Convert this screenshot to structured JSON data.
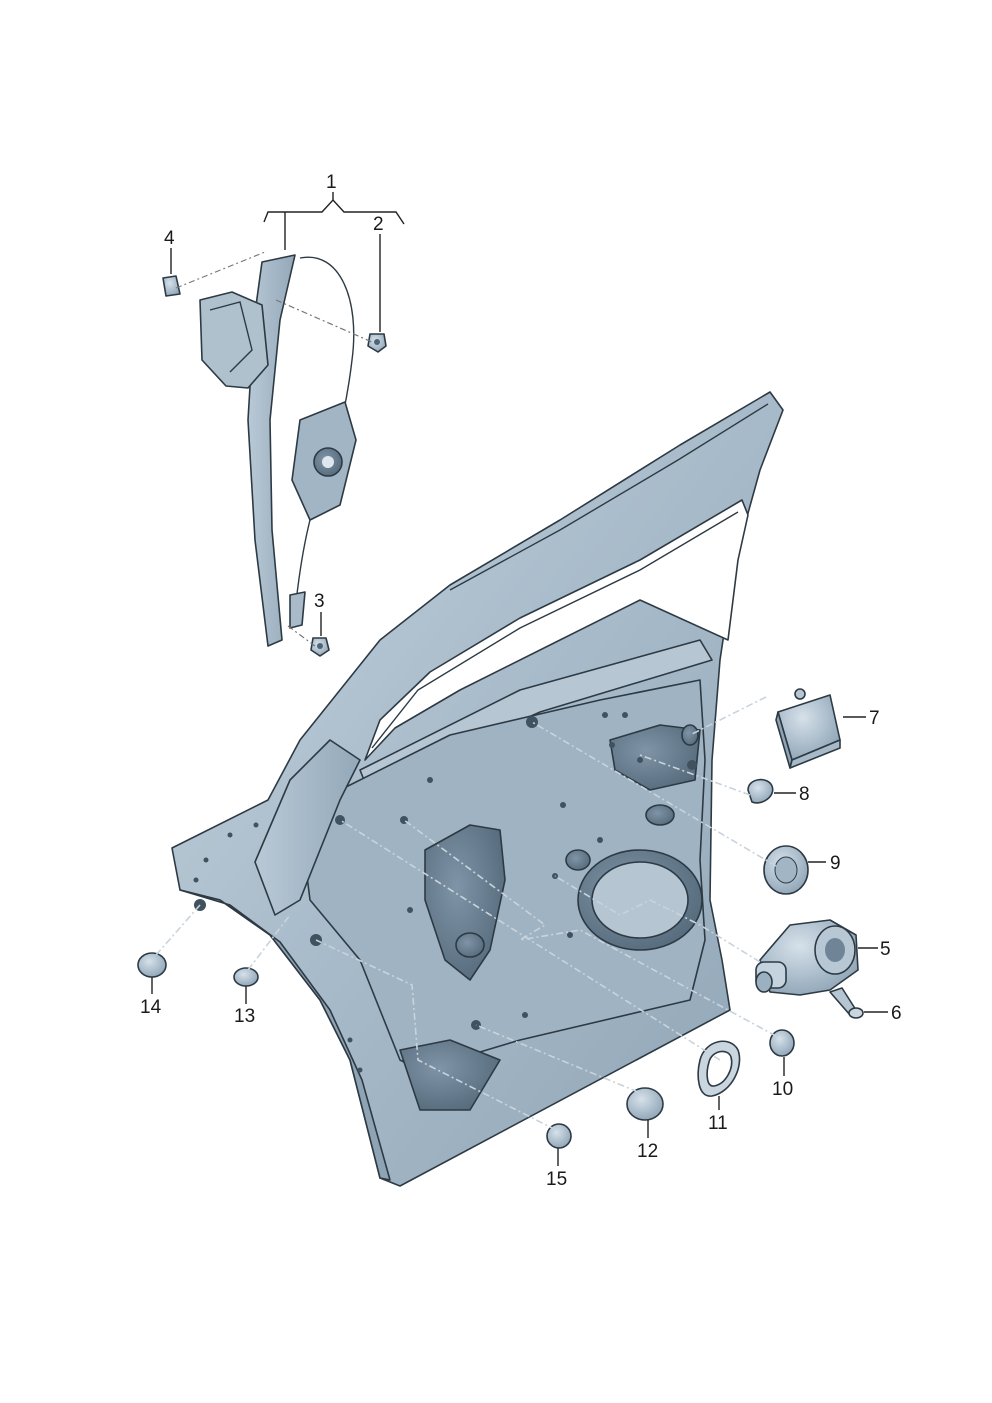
{
  "diagram": {
    "callouts": [
      {
        "id": "1",
        "label": "1"
      },
      {
        "id": "2",
        "label": "2"
      },
      {
        "id": "3",
        "label": "3"
      },
      {
        "id": "4",
        "label": "4"
      },
      {
        "id": "5",
        "label": "5"
      },
      {
        "id": "6",
        "label": "6"
      },
      {
        "id": "7",
        "label": "7"
      },
      {
        "id": "8",
        "label": "8"
      },
      {
        "id": "9",
        "label": "9"
      },
      {
        "id": "10",
        "label": "10"
      },
      {
        "id": "11",
        "label": "11"
      },
      {
        "id": "12",
        "label": "12"
      },
      {
        "id": "13",
        "label": "13"
      },
      {
        "id": "14",
        "label": "14"
      },
      {
        "id": "15",
        "label": "15"
      }
    ],
    "colors": {
      "part_fill": "#a9bccb",
      "part_light": "#c9d6e0",
      "part_dark": "#7d93a5",
      "hole_dark": "#5f7586",
      "outline": "#2d3a44",
      "leader": "#222222"
    }
  }
}
